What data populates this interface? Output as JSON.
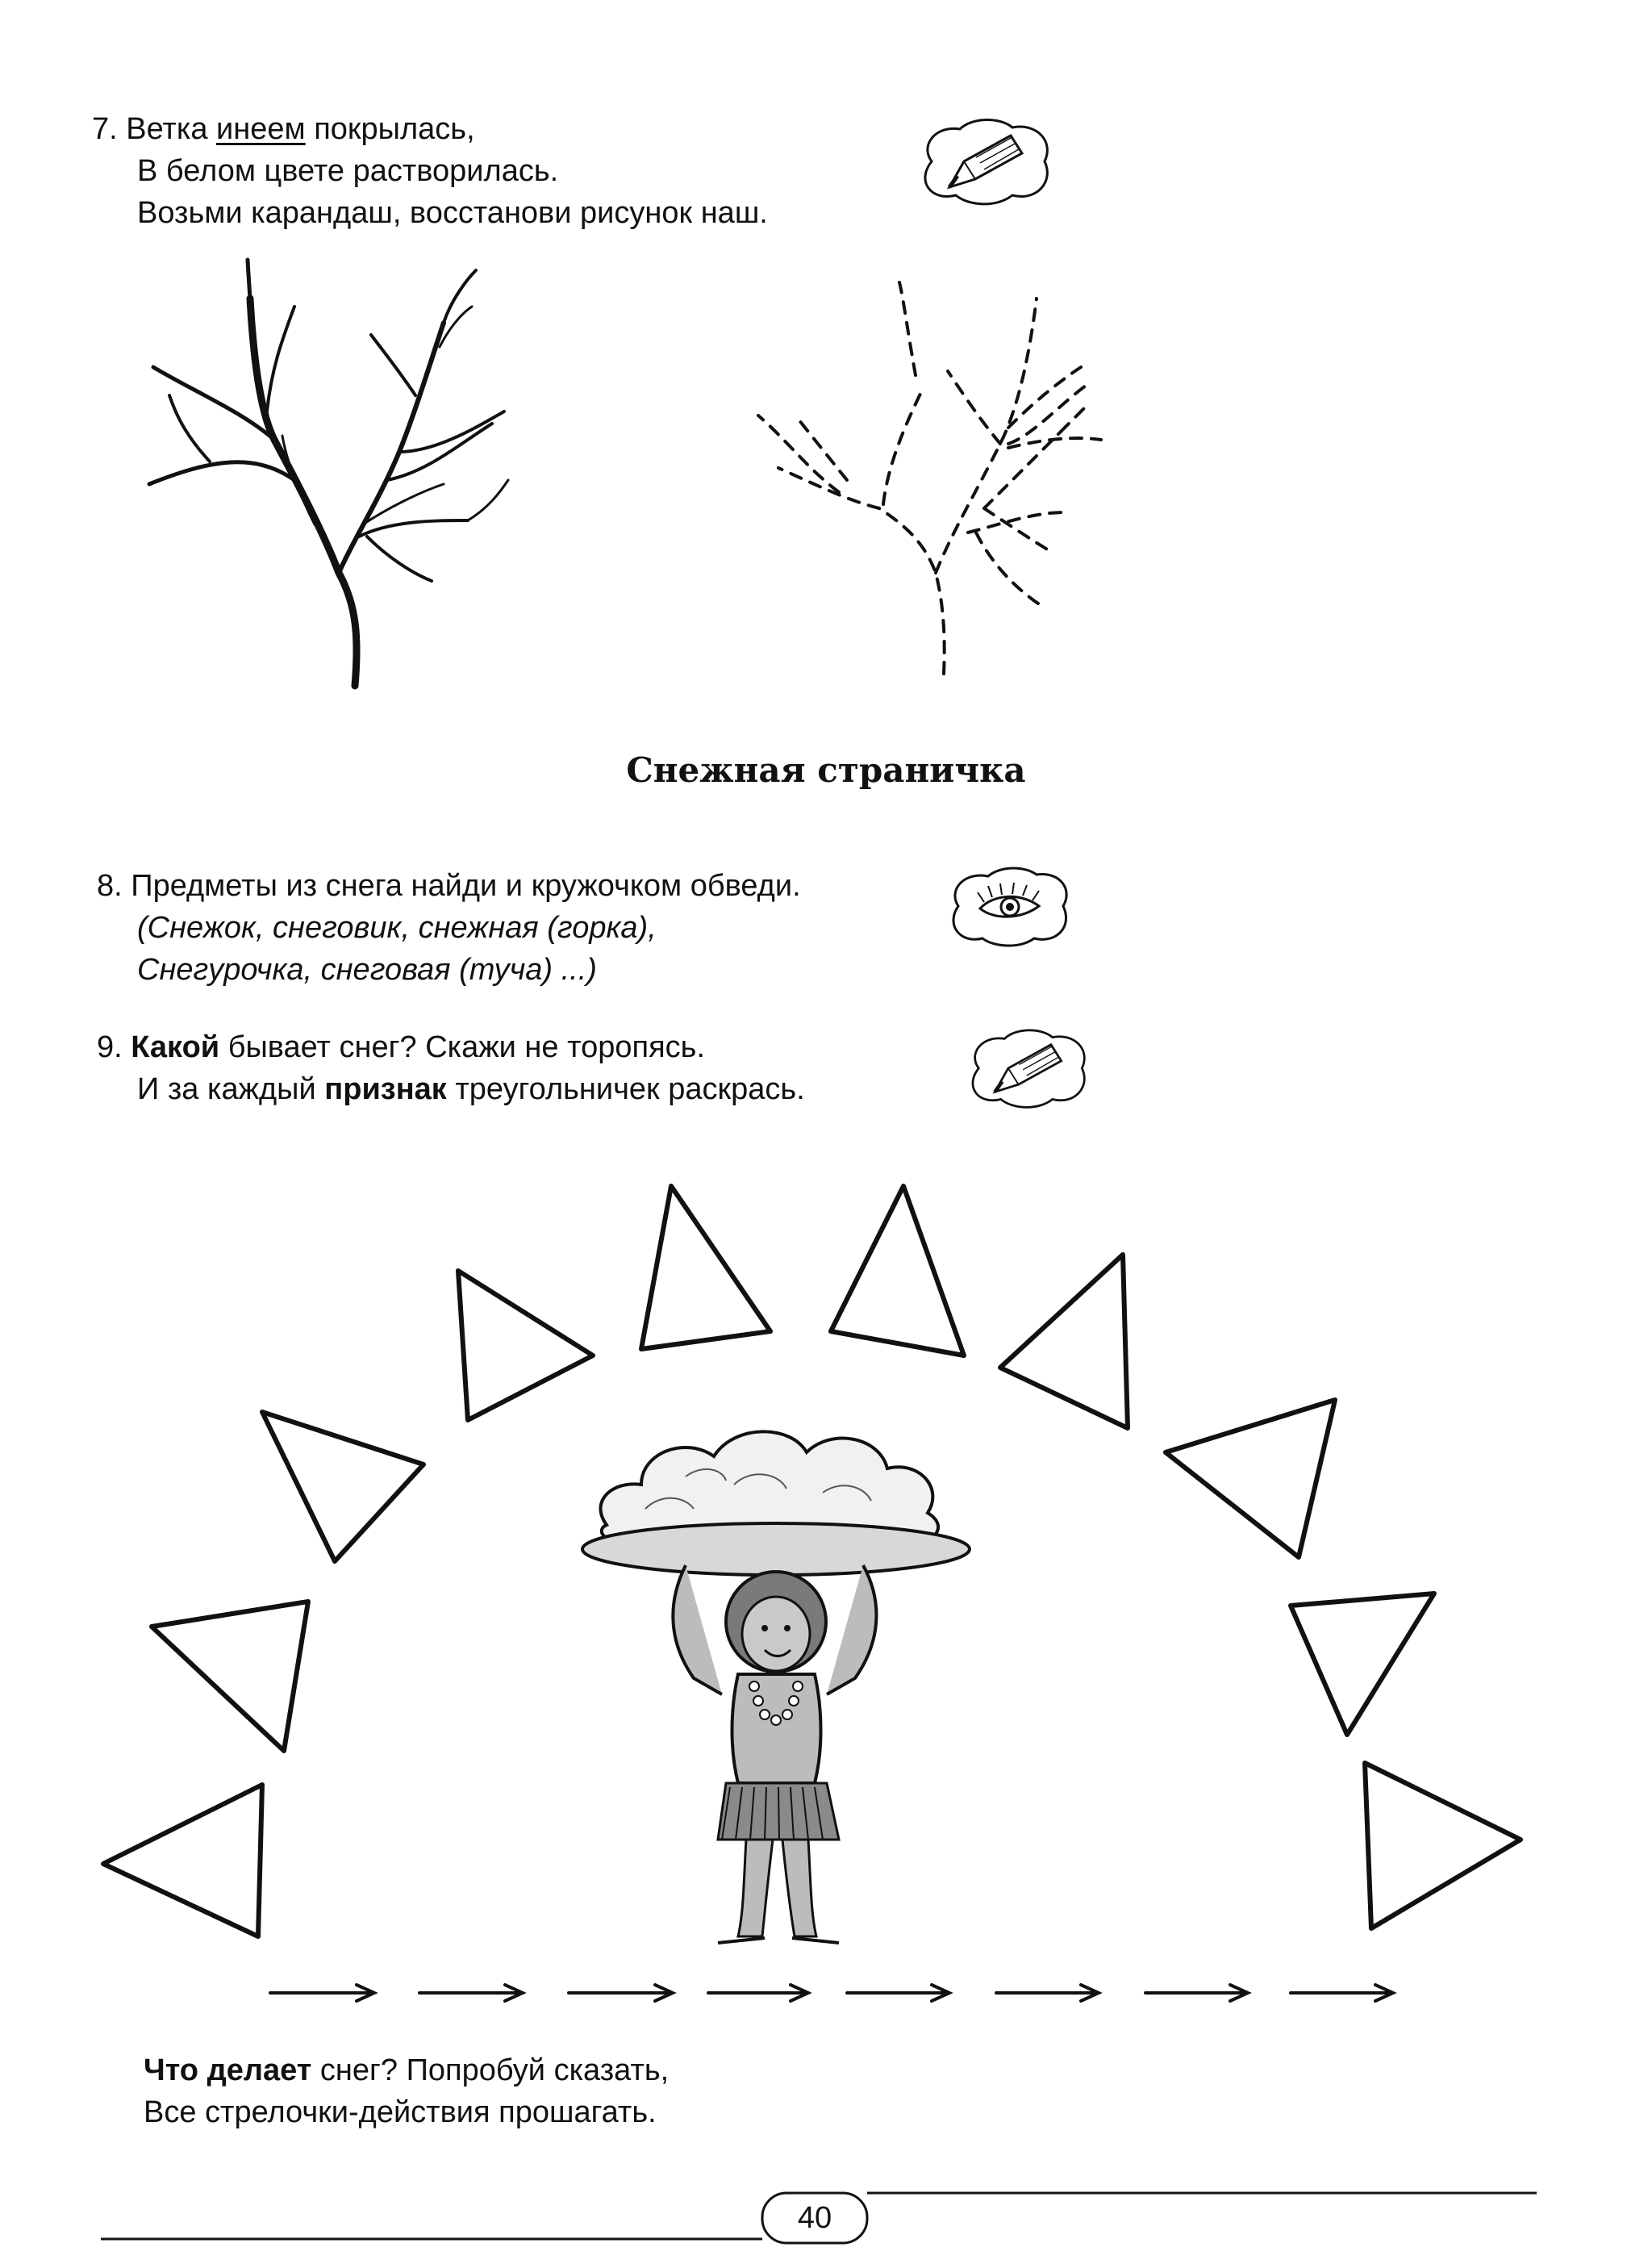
{
  "task7": {
    "number": "7.",
    "line1_before": "Ветка ",
    "line1_underlined": "инеем",
    "line1_after": " покрылась,",
    "line2": "В белом цвете растворилась.",
    "line3": "Возьми карандаш, восстанови рисунок наш.",
    "icon": "pencil-icon"
  },
  "section_title": "Снежная страничка",
  "task8": {
    "number": "8.",
    "line1": "Предметы из снега найди и кружочком обведи.",
    "line2": "(Снежок, снеговик, снежная (горка),",
    "line3": "Снегурочка, снеговая (туча) ...)",
    "icon": "eye-icon"
  },
  "task9": {
    "number": "9.",
    "line1_bold": "Какой",
    "line1_rest": " бывает снег? Скажи не торопясь.",
    "line2_before": "И за каждый ",
    "line2_bold": "признак",
    "line2_after": " треугольничек раскрась.",
    "icon": "pencil-icon"
  },
  "actions": {
    "line1_bold": "Что делает",
    "line1_rest": " снег? Попробуй сказать,",
    "line2": "Все стрелочки-действия прошагать."
  },
  "footer": {
    "page_number": "40"
  }
}
